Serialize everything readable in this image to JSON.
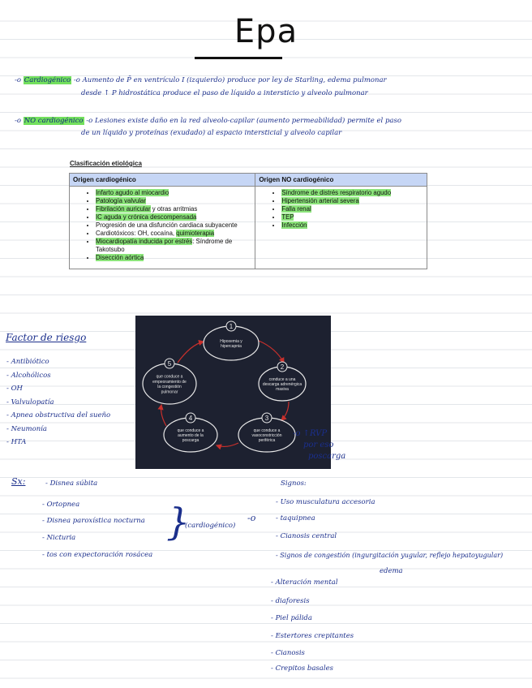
{
  "title": "Epa",
  "definitions": [
    {
      "marker": "-o",
      "term": "Cardiogénico",
      "connector": "-o",
      "line1": "Aumento de P̄ en ventrículo I (izquierdo) produce por ley de Starling, edema pulmonar",
      "line2": "desde ↑ P hidrostática produce el paso de líquido a intersticio y alveolo pulmonar"
    },
    {
      "marker": "-o",
      "term": "NO cardiogénico",
      "connector": "-o",
      "line1": "Lesiones existe daño en la red alveolo-capilar (aumento permeabilidad) permite el paso",
      "line2": "de un líquido y proteínas (exudado) al espacio intersticial y alveolo capilar"
    }
  ],
  "classification": {
    "caption": "Clasificación etiológica",
    "col1_header": "Origen cardiogénico",
    "col2_header": "Origen NO cardiogénico",
    "col1": [
      {
        "text": "Infarto agudo al miocardio",
        "hl": true
      },
      {
        "text": "Patología valvular",
        "hl": true
      },
      {
        "text": "Fibrilación auricular",
        "hl": true,
        "rest": " y otras arritmias"
      },
      {
        "text": "IC aguda y crónica descompensada",
        "hl": true
      },
      {
        "text": "Progresión de una disfunción cardiaca subyacente",
        "hl": false
      },
      {
        "pre": "Cardiotóxicos: OH, cocaína, ",
        "text": "quimioterapia",
        "hl": true
      },
      {
        "text": "Miocardiopatía inducida por estrés",
        "hl": true,
        "rest": ": Síndrome de Takotsubo"
      },
      {
        "text": "Disección aórtica",
        "hl": true
      }
    ],
    "col2": [
      {
        "text": "Síndrome de distrés respiratorio agudo",
        "hl": true
      },
      {
        "text": "Hipertensión arterial severa",
        "hl": true
      },
      {
        "text": "Falla renal",
        "hl": true
      },
      {
        "text": "TEP",
        "hl": true
      },
      {
        "text": "Infección",
        "hl": true
      }
    ]
  },
  "cycle": {
    "nodes": [
      {
        "num": "1",
        "lines": [
          "Hipoxemia y",
          "hipercapnia"
        ]
      },
      {
        "num": "2",
        "lines": [
          "conduce a una",
          "descarga adrenérgica",
          "masiva"
        ]
      },
      {
        "num": "3",
        "lines": [
          "que conduce a",
          "vasoconstricción",
          "periférica"
        ]
      },
      {
        "num": "4",
        "lines": [
          "que conduce a",
          "aumento de la",
          "poscarga"
        ]
      },
      {
        "num": "5",
        "lines": [
          "que conduce a",
          "empeoramiento de",
          "la congestión",
          "pulmonar"
        ]
      }
    ],
    "colors": {
      "bg": "#1d2130",
      "stroke": "#e8e8e8",
      "arrow": "#c9302c",
      "text": "#e6e6e6"
    }
  },
  "cycle_note": [
    "-o ↑RVP",
    "por eso",
    "poscarga"
  ],
  "risk": {
    "title": "Factor de riesgo",
    "items": [
      "- Antibiótico",
      "- Alcohólicos",
      "- OH",
      "- Valvulopatía",
      "- Apnea obstructiva del sueño",
      "- Neumonía",
      "- HTA"
    ]
  },
  "symptoms": {
    "label": "Sx:",
    "items": [
      "- Disnea súbita",
      "- Ortopnea",
      "- Disnea paroxística nocturna",
      "- Nicturia",
      "- tos con expectoración rosácea"
    ],
    "bracket_label": "(cardiogénico)",
    "arrow": "-o"
  },
  "signs": {
    "title": "Signos:",
    "items": [
      "- Uso musculatura accesoria",
      "- taquipnea",
      "- Cianosis central",
      "- Signos de congestión (ingurgitación yugular, reflejo hepatoyugular)",
      "- Alteración mental",
      "- diaforesis",
      "- Piel pálida",
      "- Estertores crepitantes",
      "- Cianosis",
      "- Crepitos basales"
    ],
    "cont": "edema"
  }
}
